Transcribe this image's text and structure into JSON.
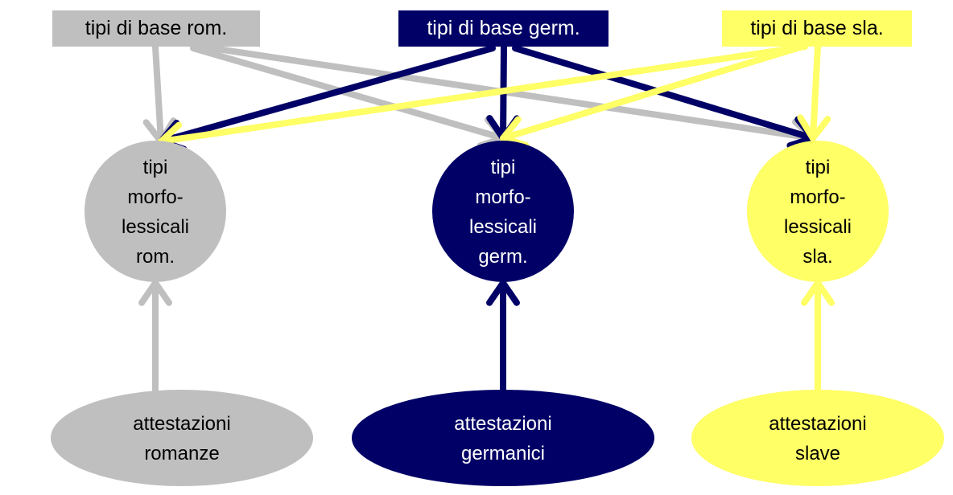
{
  "colors": {
    "romance": "#bfbfbf",
    "germanic": "#000066",
    "slavic": "#ffff66",
    "text_dark": "#000000",
    "text_light": "#ffffff"
  },
  "base_types": {
    "romance": "tipi di base rom.",
    "germanic": "tipi di base germ.",
    "slavic": "tipi di base sla."
  },
  "morpho_types": {
    "romance": [
      "tipi",
      "morfo-",
      "lessicali",
      "rom."
    ],
    "germanic": [
      "tipi",
      "morfo-",
      "lessicali",
      "germ."
    ],
    "slavic": [
      "tipi",
      "morfo-",
      "lessicali",
      "sla."
    ]
  },
  "attestations": {
    "romance": [
      "attestazioni",
      "romanze"
    ],
    "germanic": [
      "attestazioni",
      "germanici"
    ],
    "slavic": [
      "attestazioni",
      "slave"
    ]
  },
  "edges": [
    {
      "from": "base_types.romance",
      "to": "morpho_types.romance",
      "color": "romance"
    },
    {
      "from": "base_types.romance",
      "to": "morpho_types.germanic",
      "color": "romance"
    },
    {
      "from": "base_types.romance",
      "to": "morpho_types.slavic",
      "color": "romance"
    },
    {
      "from": "base_types.germanic",
      "to": "morpho_types.romance",
      "color": "germanic"
    },
    {
      "from": "base_types.germanic",
      "to": "morpho_types.germanic",
      "color": "germanic"
    },
    {
      "from": "base_types.germanic",
      "to": "morpho_types.slavic",
      "color": "germanic"
    },
    {
      "from": "base_types.slavic",
      "to": "morpho_types.romance",
      "color": "slavic"
    },
    {
      "from": "base_types.slavic",
      "to": "morpho_types.germanic",
      "color": "slavic"
    },
    {
      "from": "base_types.slavic",
      "to": "morpho_types.slavic",
      "color": "slavic"
    },
    {
      "from": "attestations.romance",
      "to": "morpho_types.romance",
      "color": "romance"
    },
    {
      "from": "attestations.germanic",
      "to": "morpho_types.germanic",
      "color": "germanic"
    },
    {
      "from": "attestations.slavic",
      "to": "morpho_types.slavic",
      "color": "slavic"
    }
  ]
}
